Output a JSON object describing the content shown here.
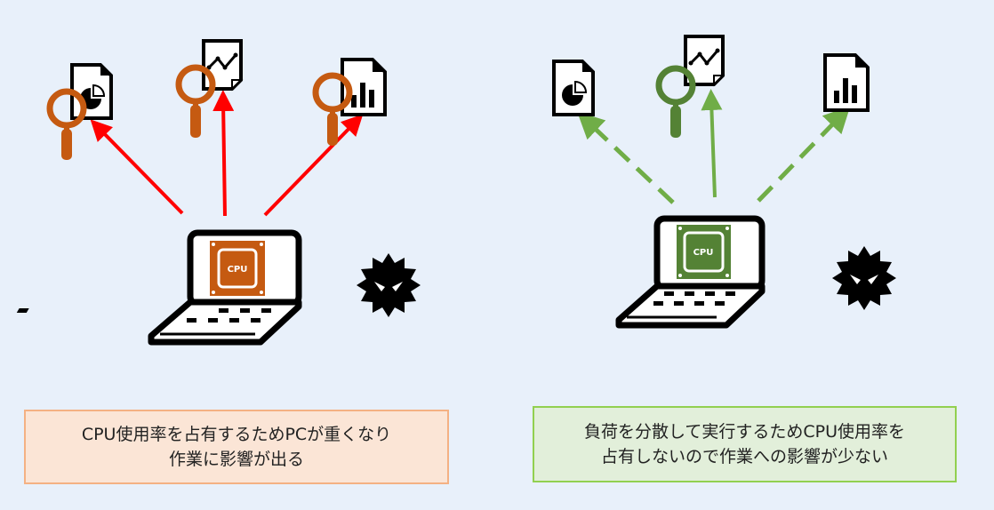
{
  "left_panel": {
    "cpu_label": "CPU",
    "caption_lines": [
      "CPU使用率を占有するためPCが重くなり",
      "作業に影響が出る"
    ],
    "icons": [
      "pie-chart-document-icon",
      "line-chart-document-icon",
      "bar-chart-document-icon",
      "magnifier-icon",
      "laptop-icon",
      "cpu-chip-icon",
      "virus-icon"
    ],
    "accent_color": "#c55a11",
    "arrow_color": "#ff0000"
  },
  "right_panel": {
    "cpu_label": "CPU",
    "caption_lines": [
      "負荷を分散して実行するためCPU使用率を",
      "占有しないので作業への影響が少ない"
    ],
    "icons": [
      "pie-chart-document-icon",
      "line-chart-document-icon",
      "bar-chart-document-icon",
      "magnifier-icon",
      "laptop-icon",
      "cpu-chip-icon",
      "virus-icon"
    ],
    "accent_color": "#548235",
    "arrow_color": "#70ad47"
  }
}
